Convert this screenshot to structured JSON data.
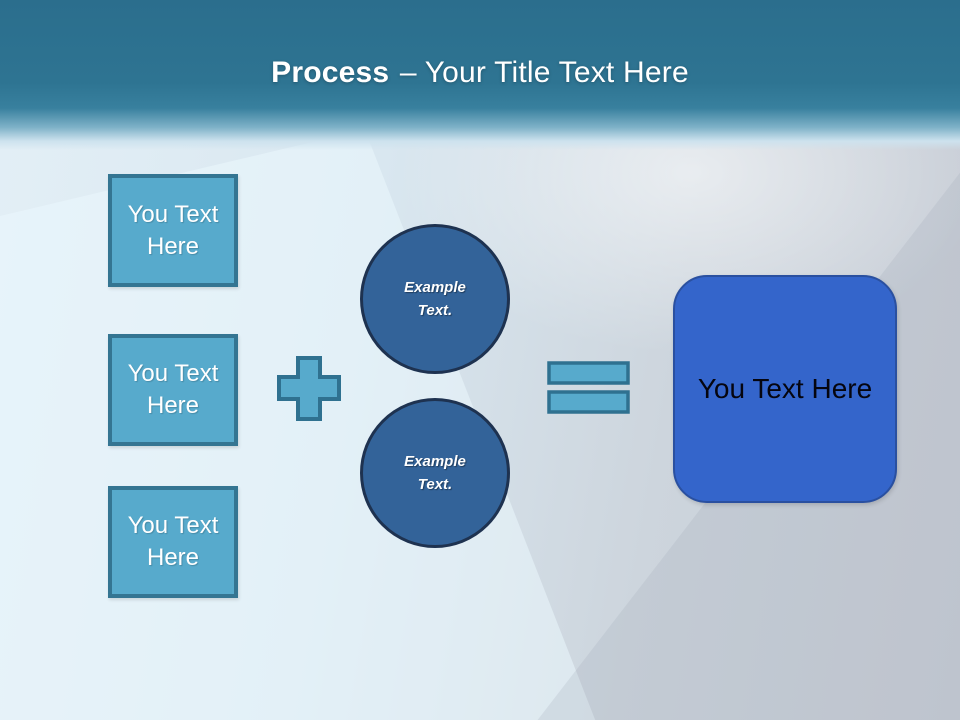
{
  "title": {
    "keyword": "Process",
    "rest": "– Your Title Text Here"
  },
  "input_boxes": [
    {
      "label": "You Text Here"
    },
    {
      "label": "You Text Here"
    },
    {
      "label": "You Text Here"
    }
  ],
  "operators": {
    "plus": "plus-icon",
    "equals": "equals-icon"
  },
  "example_circles": [
    {
      "label": "Example Text."
    },
    {
      "label": "Example Text."
    }
  ],
  "result_box": {
    "label": "You Text Here"
  },
  "colors": {
    "header_teal": "#2e7492",
    "shape_blue": "#57aacc",
    "shape_border_teal": "#347592",
    "circle_fill": "#336399",
    "circle_border": "#1e3250",
    "result_fill": "#3465cb",
    "result_border": "#2a50a0",
    "title_text": "#ffffff",
    "result_text": "#05050f"
  }
}
